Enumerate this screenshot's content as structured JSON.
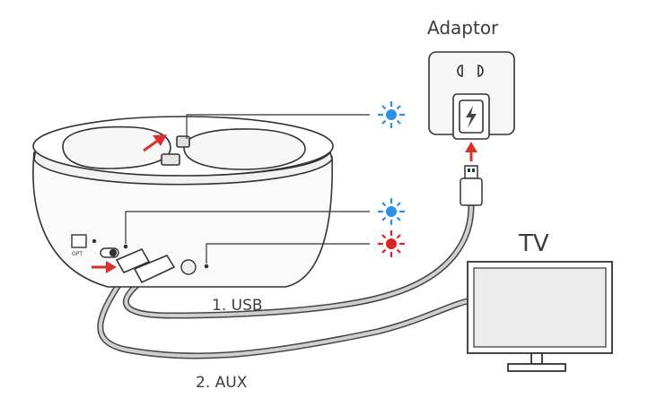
{
  "labels": {
    "adaptor": "Adaptor",
    "tv": "TV",
    "usb": "1. USB",
    "aux": "2. AUX",
    "opt": "OPT"
  },
  "colors": {
    "outline": "#333333",
    "blue_led": "#2e8fe6",
    "red_led": "#e02222",
    "arrow": "#d9302c",
    "cable": "#555555"
  },
  "icons": [
    "power-outlet-icon",
    "lightning-bolt-icon",
    "led-blue-icon",
    "led-red-icon",
    "arrow-icon"
  ]
}
